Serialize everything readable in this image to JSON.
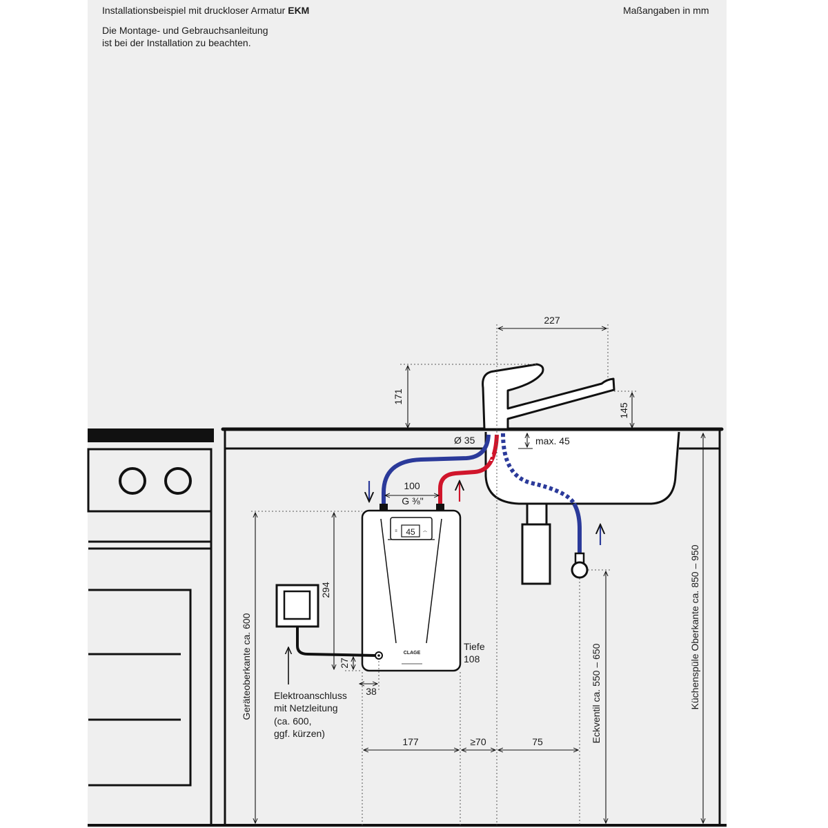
{
  "header": {
    "title_prefix": "Installationsbeispiel mit druckloser Armatur",
    "title_bold": "EKM",
    "units_note": "Maßangaben in mm",
    "instruction_line1": "Die Montage- und Gebrauchsanleitung",
    "instruction_line2": "ist bei der Installation zu beachten."
  },
  "dimensions": {
    "spout_reach": "227",
    "faucet_height": "171",
    "spout_height": "145",
    "hole_diameter": "Ø 35",
    "countertop_thickness": "max. 45",
    "connector_spacing": "100",
    "thread": "G ⅜\"",
    "unit_height": "294",
    "power_offset_vertical": "27",
    "power_offset_horizontal": "38",
    "unit_width": "177",
    "min_gap": "≥70",
    "valve_offset": "75",
    "depth_label": "Tiefe",
    "depth_value": "108",
    "unit_top_label": "Geräteoberkante ca. 600",
    "valve_height_label": "Eckventil ca. 550 – 650",
    "sink_top_label": "Küchenspüle Oberkante ca. 850 – 950"
  },
  "electrical": {
    "line1": "Elektroanschluss",
    "line2": "mit Netzleitung",
    "line3": "(ca. 600,",
    "line4": "ggf. kürzen)"
  },
  "heater": {
    "display_value": "45",
    "brand": "CLAGE"
  },
  "colors": {
    "cold_water": "#2b3a9a",
    "hot_water": "#d0152b",
    "line": "#111111",
    "panel": "#efefef"
  }
}
